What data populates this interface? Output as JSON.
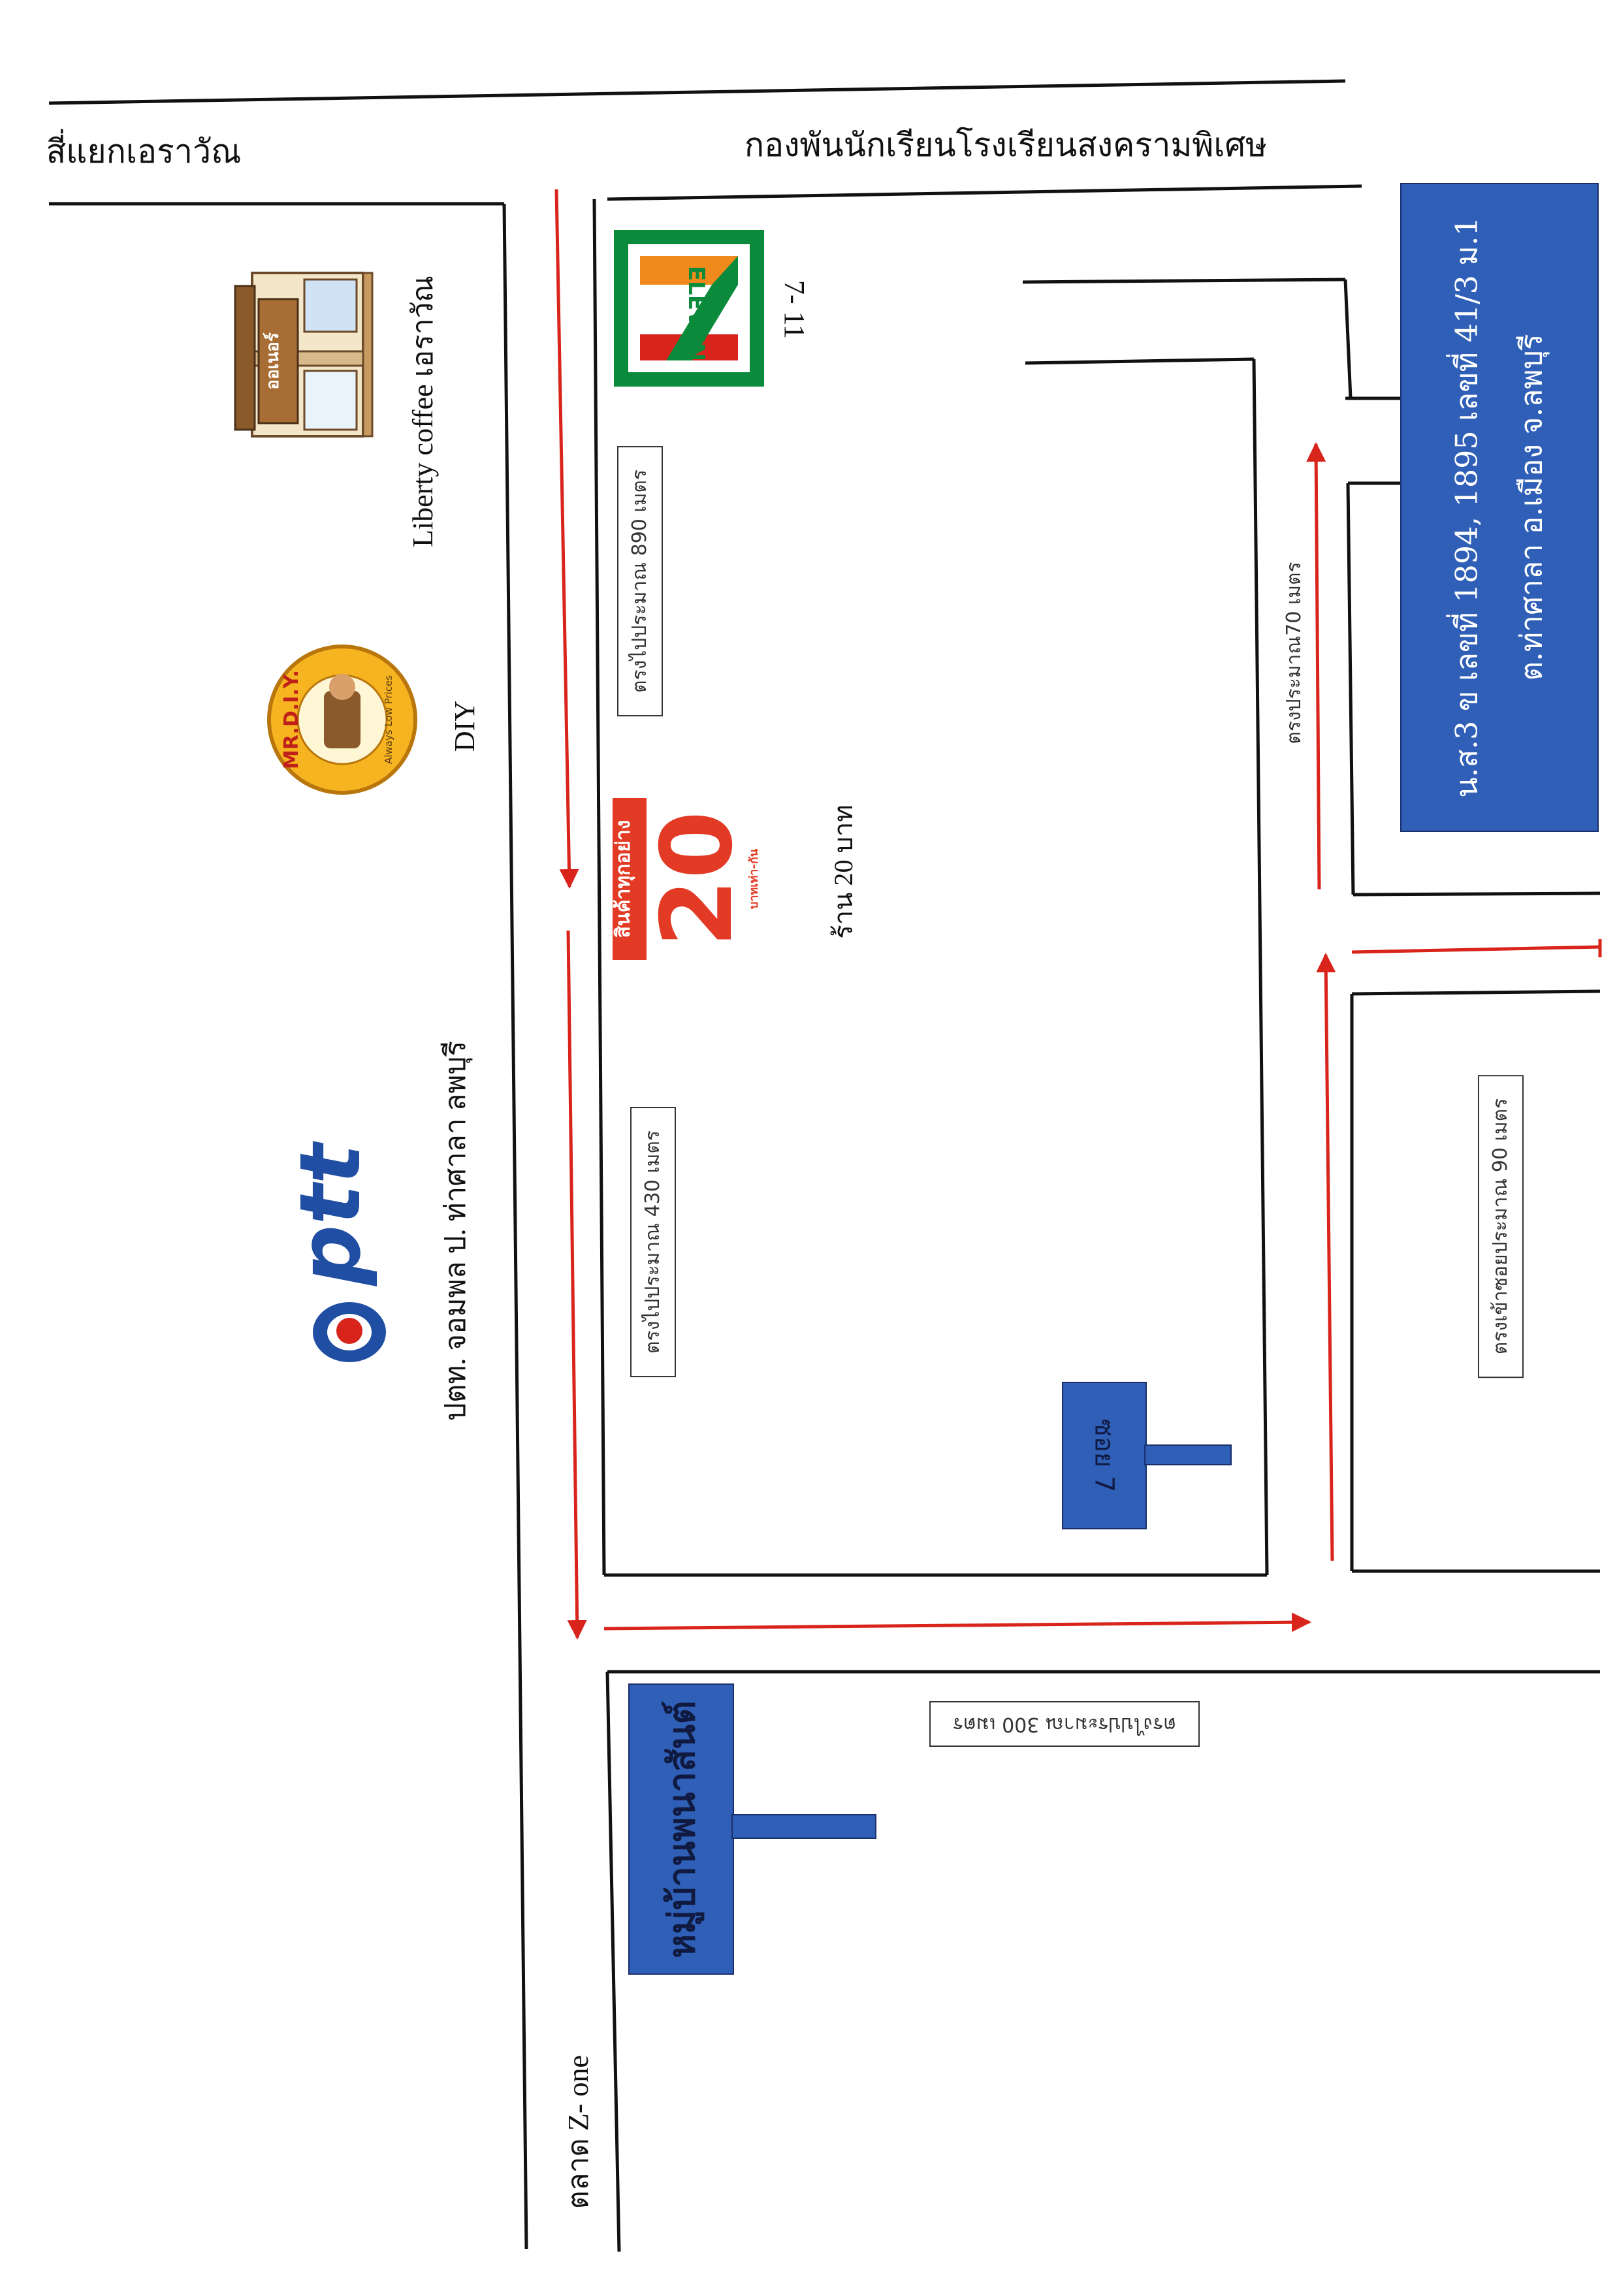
{
  "labels": {
    "intersection": "สี่แยกเอราวัณ",
    "school": "กองพันนักเรียนโรงเรียนสงครามพิเศษ",
    "liberty": "Liberty coffee เอราวัณ",
    "diy": "DIY",
    "ptt": "ปตท. จอมพล ป. ท่าศาลา ลพบุรี",
    "seven_eleven": "7- 11",
    "shop20": "ร้าน 20 บาท",
    "market": "ตลาด Z- one"
  },
  "distances": {
    "d890": "ตรงไปประมาณ 890 เมตร",
    "d430": "ตรงไปประมาณ 430 เมตร",
    "d70": "ตรงประมาณ70 เมตร",
    "d90": "ตรงเข้าซอยประมาณ 90 เมตร",
    "d300": "ตรงไปประมาณ 300 เมตร"
  },
  "signs": {
    "soi7": "ซอย 7",
    "village": "หมู่บ้านพนาสันต์",
    "destination_line1": "น.ส.3 ข เลขที่ 1894, 1895 เลขที่ 41/3 ม.1",
    "destination_line2": "ต.ท่าศาลา อ.เมือง จ.ลพบุรี"
  },
  "logos": {
    "cafe_sign": "ออเนอร์",
    "diy_text": "MR.D.I.Y.",
    "diy_slogan": "Always Low Prices",
    "seven_eleven_text": "ELEVEN",
    "shop20_top": "สินค้าทุกอย่าง",
    "shop20_price": "20",
    "shop20_bottom": "บาทเท่า-กัน",
    "ptt_text": "ptt"
  },
  "colors": {
    "road": "#111111",
    "arrow": "#d9241c",
    "sign_blue": "#2f5fb7",
    "ptt_blue": "#1f4ea3",
    "seven_green": "#0a8a3a",
    "seven_orange": "#f08a1c",
    "seven_red": "#d9241c"
  }
}
